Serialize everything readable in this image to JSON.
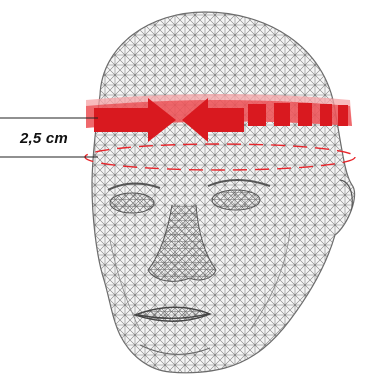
{
  "measurement": {
    "label": "2,5 cm"
  },
  "colors": {
    "wireframe": "#7a7a7a",
    "band": "#e8242a",
    "band_light": "#f5a3a6",
    "guide": "#222222"
  },
  "icons": {
    "head": "wireframe-head",
    "arrows": "inward-arrows"
  }
}
